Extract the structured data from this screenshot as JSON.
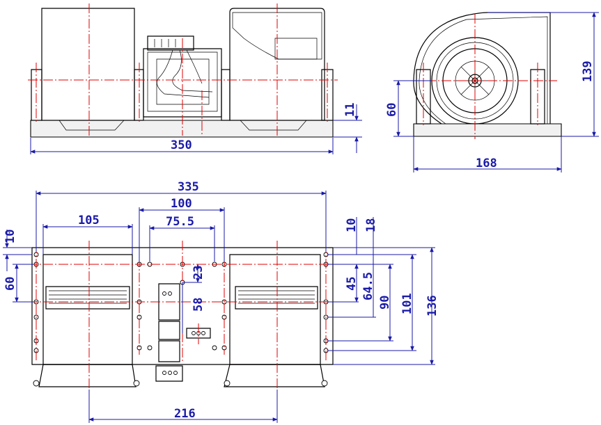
{
  "colors": {
    "outline": "#000000",
    "centerline": "#e00000",
    "dimension": "#1a1aa8"
  },
  "front_view": {
    "width_label": "350",
    "base_height_label": "11"
  },
  "side_view": {
    "height_label": "139",
    "shaft_height_label": "60",
    "depth_label": "168"
  },
  "bottom_view": {
    "overall_length_label": "335",
    "inner_hole_spacing_label": "100",
    "housing_width_label": "105",
    "motor_hole_spacing_label": "75.5",
    "left_edge_offset_label": "10",
    "left_hole_depth_label": "60",
    "motor_hole_offset_label": "23",
    "motor_bracket_label": "58",
    "right_offset_a_label": "10",
    "right_offset_b_label": "18",
    "right_dim_45_label": "45",
    "right_dim_64_5_label": "64.5",
    "right_dim_90_label": "90",
    "right_dim_101_label": "101",
    "overall_depth_label": "136",
    "outlet_spacing_label": "216"
  }
}
